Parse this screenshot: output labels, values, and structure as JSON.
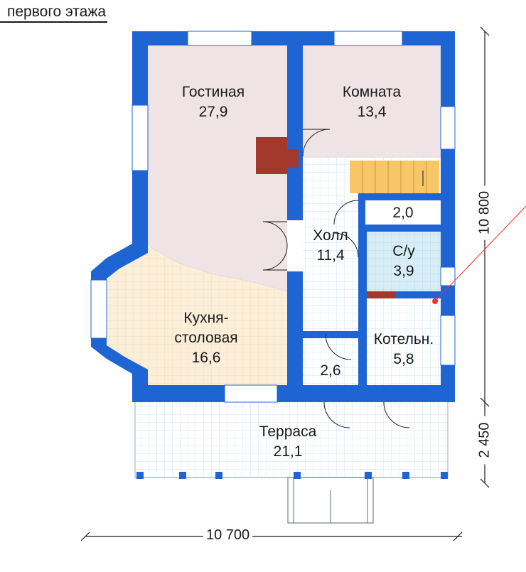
{
  "title": "первого этажа",
  "rooms": {
    "living": {
      "name": "Гостиная",
      "area": "27,9"
    },
    "room": {
      "name": "Комната",
      "area": "13,4"
    },
    "hall": {
      "name": "Холл",
      "area": "11,4"
    },
    "storage": {
      "area": "2,0"
    },
    "bath": {
      "name": "С/у",
      "area": "3,9"
    },
    "kitchen": {
      "name1": "Кухня-",
      "name2": "столовая",
      "area": "16,6"
    },
    "closet": {
      "area": "2,6"
    },
    "boiler": {
      "name": "Котельн.",
      "area": "5,8"
    },
    "terrace": {
      "name": "Терраса",
      "area": "21,1"
    }
  },
  "dimensions": {
    "width": "10 700",
    "height_main": "10 800",
    "height_terrace": "2 450"
  },
  "colors": {
    "wall": "#1e64d2",
    "living": "#efe3e6",
    "kitchen": "#fbefd9",
    "bath": "#d8eef6",
    "stairs": "#f6c667",
    "chimney": "#a2392c",
    "grid": "#cfe3f6"
  }
}
